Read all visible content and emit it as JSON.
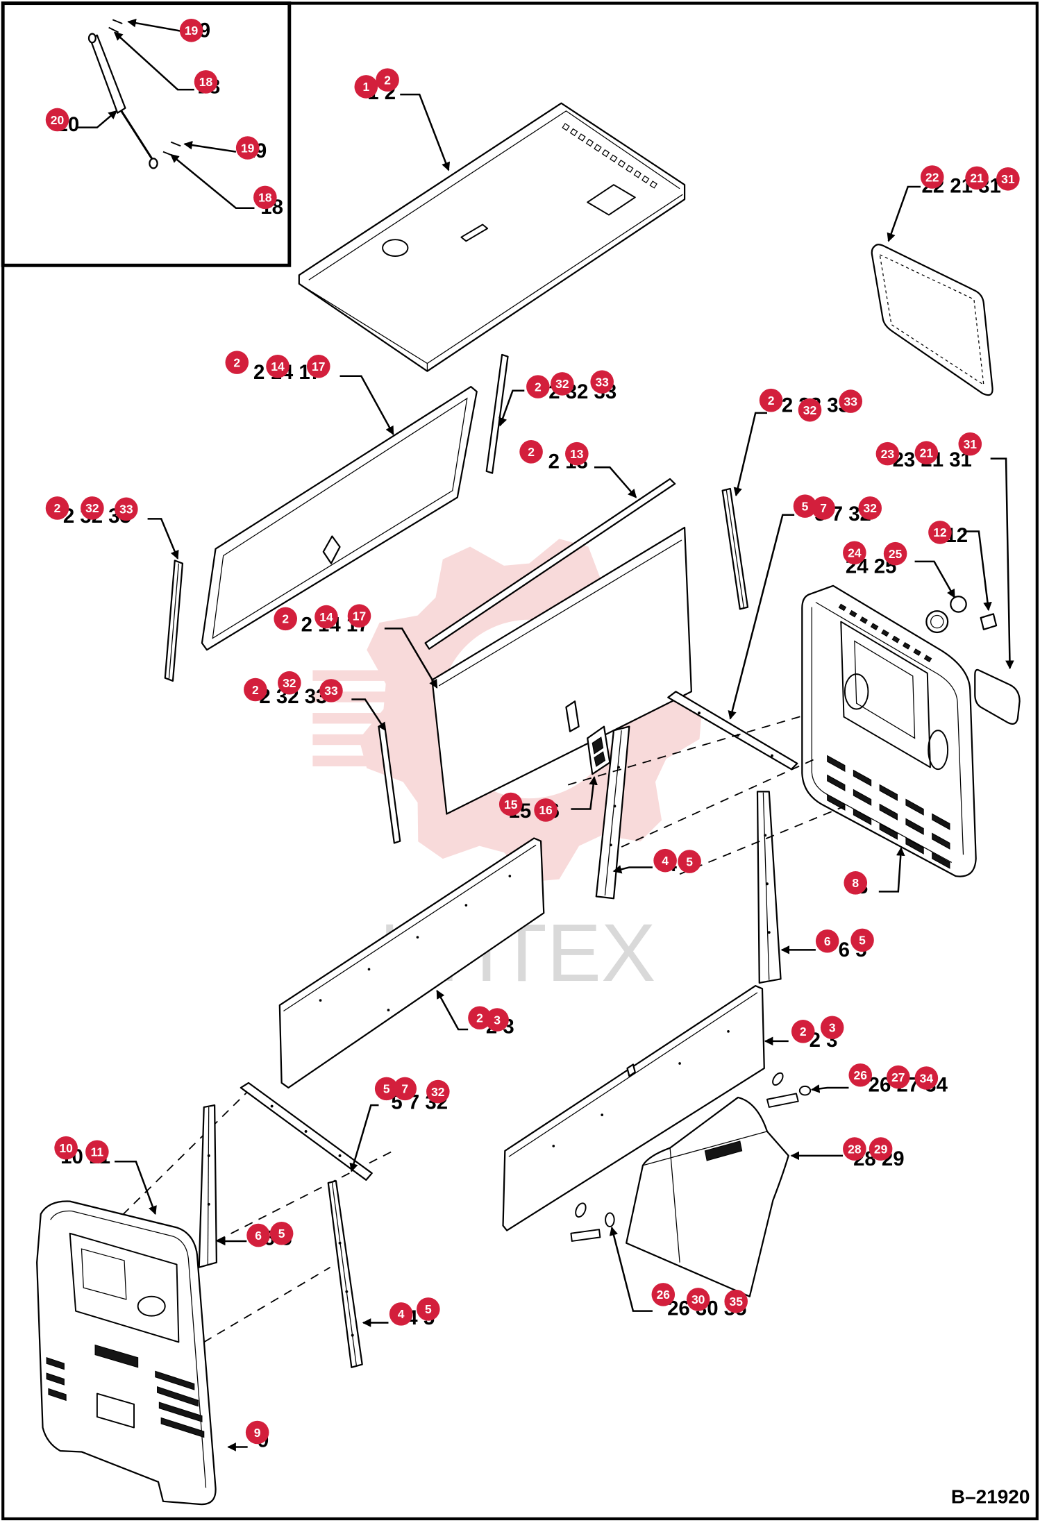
{
  "drawing_number": "B–21920",
  "watermark": "ИНТЕХ",
  "colors": {
    "callout": "#d31f3c",
    "callout_text": "#ffffff",
    "line": "#000000",
    "watermark_logo": "#f4c2c2",
    "watermark_text": "#d9d9d9"
  },
  "groups": [
    {
      "ref": "19",
      "callouts": [
        "19"
      ]
    },
    {
      "ref": "18",
      "callouts": [
        "18"
      ]
    },
    {
      "ref": "20",
      "callouts": [
        "20"
      ]
    },
    {
      "ref": "19",
      "callouts": [
        "19"
      ]
    },
    {
      "ref": "18",
      "callouts": [
        "18"
      ]
    },
    {
      "ref": "1 2",
      "callouts": [
        "1",
        "2"
      ]
    },
    {
      "ref": "22 21 31",
      "callouts": [
        "22",
        "21",
        "31"
      ]
    },
    {
      "ref": "2 14 17",
      "callouts": [
        "2",
        "14",
        "17"
      ]
    },
    {
      "ref": "2 32 33",
      "callouts": [
        "2",
        "32",
        "33"
      ]
    },
    {
      "ref": "2 32 33",
      "callouts": [
        "2",
        "32",
        "33"
      ]
    },
    {
      "ref": "2 13",
      "callouts": [
        "2",
        "13"
      ]
    },
    {
      "ref": "23 21 31",
      "callouts": [
        "23",
        "21",
        "31"
      ]
    },
    {
      "ref": "2 32 33",
      "callouts": [
        "2",
        "32",
        "33"
      ]
    },
    {
      "ref": "5 7 32",
      "callouts": [
        "5",
        "7",
        "32"
      ]
    },
    {
      "ref": "12",
      "callouts": [
        "12"
      ]
    },
    {
      "ref": "24 25",
      "callouts": [
        "24",
        "25"
      ]
    },
    {
      "ref": "2 14 17",
      "callouts": [
        "2",
        "14",
        "17"
      ]
    },
    {
      "ref": "2 32 33",
      "callouts": [
        "2",
        "32",
        "33"
      ]
    },
    {
      "ref": "15 16",
      "callouts": [
        "15",
        "16"
      ]
    },
    {
      "ref": "4 5",
      "callouts": [
        "4",
        "5"
      ]
    },
    {
      "ref": "8",
      "callouts": [
        "8"
      ]
    },
    {
      "ref": "6 5",
      "callouts": [
        "6",
        "5"
      ]
    },
    {
      "ref": "2 3",
      "callouts": [
        "2",
        "3"
      ]
    },
    {
      "ref": "2 3",
      "callouts": [
        "2",
        "3"
      ]
    },
    {
      "ref": "26 27 34",
      "callouts": [
        "26",
        "27",
        "34"
      ]
    },
    {
      "ref": "5 7 32",
      "callouts": [
        "5",
        "7",
        "32"
      ]
    },
    {
      "ref": "10 11",
      "callouts": [
        "10",
        "11"
      ]
    },
    {
      "ref": "28 29",
      "callouts": [
        "28",
        "29"
      ]
    },
    {
      "ref": "6 5",
      "callouts": [
        "6",
        "5"
      ]
    },
    {
      "ref": "26 30 35",
      "callouts": [
        "26",
        "30",
        "35"
      ]
    },
    {
      "ref": "4 5",
      "callouts": [
        "4",
        "5"
      ]
    },
    {
      "ref": "9",
      "callouts": [
        "9"
      ]
    }
  ]
}
